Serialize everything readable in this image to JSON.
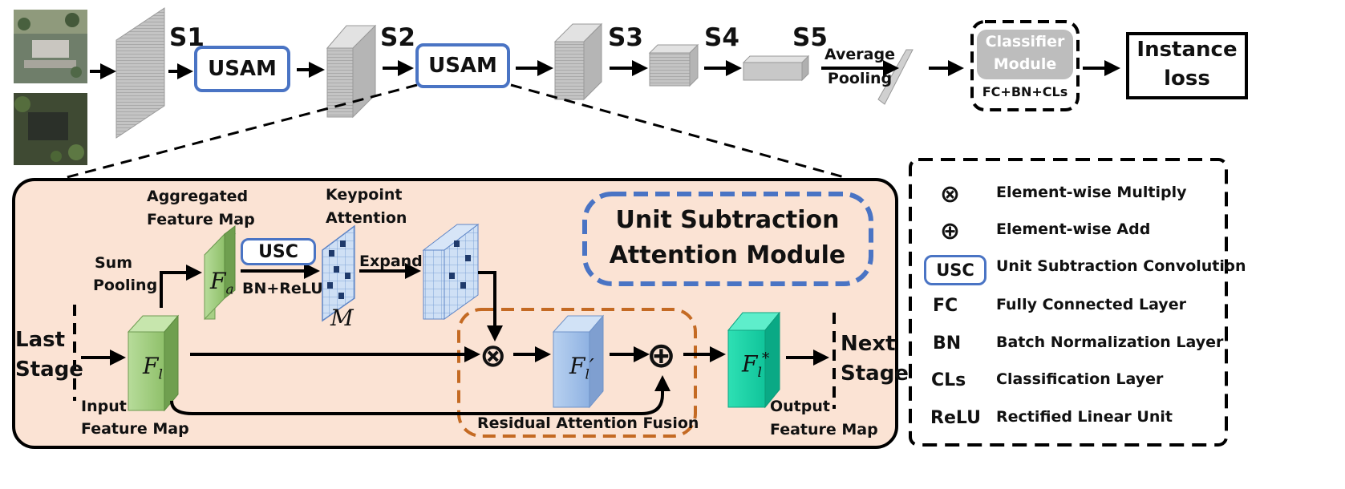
{
  "top": {
    "stages": [
      "S1",
      "S2",
      "S3",
      "S4",
      "S5"
    ],
    "usam_1": "USAM",
    "usam_2": "USAM",
    "pooling": [
      "Average",
      "Pooling"
    ],
    "classifier": [
      "Classifier",
      "Module"
    ],
    "classifier_sub": "FC+BN+CLs",
    "loss": [
      "Instance",
      "loss"
    ]
  },
  "module": {
    "title": [
      "Unit Subtraction",
      "Attention Module"
    ],
    "last_stage": [
      "Last",
      "Stage"
    ],
    "next_stage": [
      "Next",
      "Stage"
    ],
    "sum_pooling": [
      "Sum",
      "Pooling"
    ],
    "aggregated": [
      "Aggregated",
      "Feature Map"
    ],
    "usc": "USC",
    "bn_relu": "BN+ReLU",
    "keypoint": [
      "Keypoint",
      "Attention"
    ],
    "expand": "Expand",
    "input_map": [
      "Input",
      "Feature Map"
    ],
    "output_map": [
      "Output",
      "Feature Map"
    ],
    "residual": "Residual Attention Fusion",
    "sym_fa": "F",
    "sym_fa_sub": "a",
    "sym_fl": "F",
    "sym_fl_sub": "l",
    "sym_m": "M",
    "sym_fl_prime": "F",
    "sym_fl_prime_sub": "l",
    "sym_fl_prime_mark": "′",
    "sym_fl_star": "F",
    "sym_fl_star_sub": "l",
    "sym_fl_star_mark": "*",
    "multiply": "⊗",
    "add": "⊕"
  },
  "legend": [
    {
      "key": "⊗",
      "label": "Element-wise Multiply"
    },
    {
      "key": "⊕",
      "label": "Element-wise Add"
    },
    {
      "key": "USC",
      "label": "Unit Subtraction Convolution"
    },
    {
      "key": "FC",
      "label": "Fully Connected Layer"
    },
    {
      "key": "BN",
      "label": "Batch Normalization Layer"
    },
    {
      "key": "CLs",
      "label": "Classification Layer"
    },
    {
      "key": "ReLU",
      "label": "Rectified Linear Unit"
    }
  ],
  "colors": {
    "module_bg": "#fbe3d4",
    "usam_border": "#4a74c4",
    "residual_dash": "#c46a23",
    "green": "#8dbb6a",
    "blue": "#9dbde6",
    "teal": "#14c9a0",
    "gray": "#c8c8c8"
  },
  "icons": [
    "aerial-photo-1",
    "aerial-photo-2",
    "multiply-icon",
    "add-icon",
    "arrow-icon"
  ]
}
